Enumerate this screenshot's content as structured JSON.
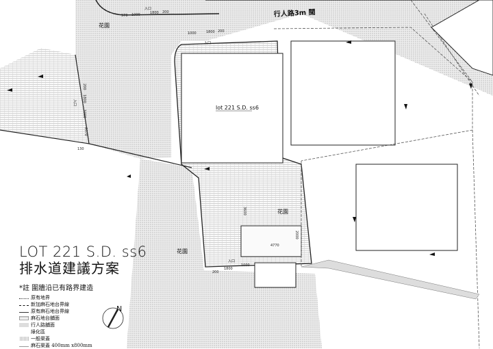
{
  "title": {
    "en": "LOT 221 S.D. ss6",
    "zh": "排水道建議方案"
  },
  "note": "*註 圍牆沿已有路界建造",
  "legend": [
    {
      "label": "原有地界",
      "style": "dotted-line"
    },
    {
      "label": "新加麻石地台界線",
      "style": "dashed-line"
    },
    {
      "label": "原有麻石地台界線",
      "style": "solid-line"
    },
    {
      "label": "麻石地台舖面",
      "style": "grid-hatch"
    },
    {
      "label": "行人路舖面",
      "style": "dot-hatch"
    },
    {
      "label": "綠化區",
      "style": "blank"
    },
    {
      "label": "一般渠蓋",
      "style": "fine-hatch"
    },
    {
      "label": "麻石渠蓋 400mm x800mm",
      "style": "line"
    }
  ],
  "plan": {
    "lot_label": "lot 221 S.D. ss6",
    "footpath_label": "行人路3m 闊",
    "garden_label": "花園",
    "entrance_label": "入口",
    "north_label": "N",
    "dims_top": [
      "1000",
      "1800",
      "200"
    ],
    "dims_top_left": [
      "970",
      "1000",
      "1800",
      "200"
    ],
    "dims_left": [
      "200",
      "1800",
      "1000",
      "2070"
    ],
    "dim_left_base": "130",
    "dims_bottom": [
      "200",
      "1800",
      "1000"
    ],
    "dim_inner": "4770",
    "dim_vertical": [
      "3600",
      "2000"
    ]
  },
  "colors": {
    "line": "#222222",
    "hatch": "#bbbbbb"
  }
}
